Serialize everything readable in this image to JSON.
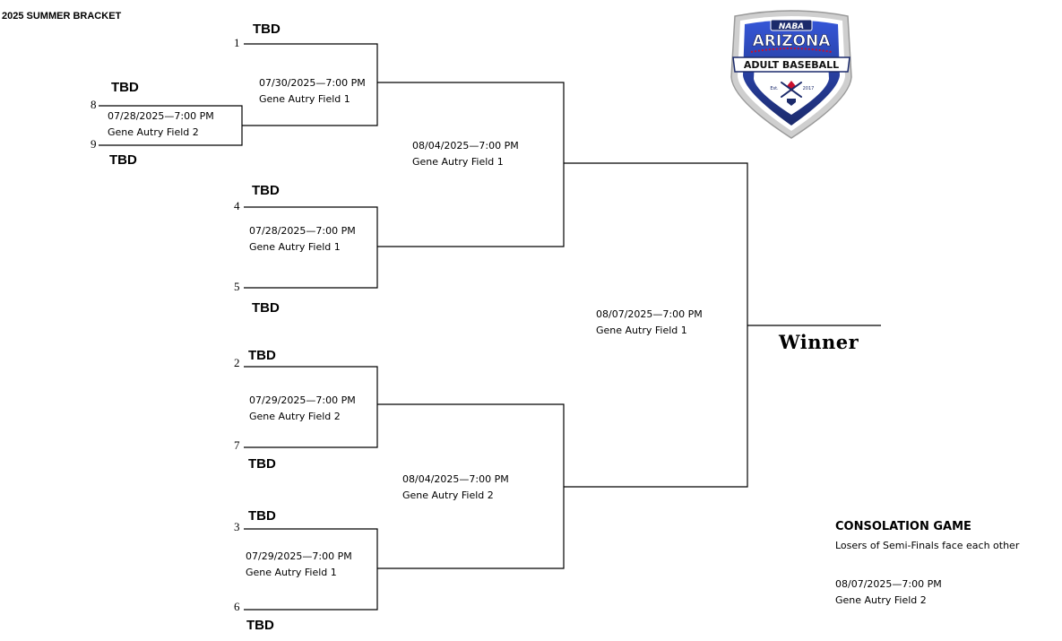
{
  "title": "2025 SUMMER BRACKET",
  "team_placeholder": "TBD",
  "seeds": [
    "1",
    "8",
    "9",
    "4",
    "5",
    "2",
    "7",
    "3",
    "6"
  ],
  "games": {
    "r0": {
      "datetime": "07/28/2025—7:00 PM",
      "field": "Gene Autry Field 2"
    },
    "r1a": {
      "datetime": "07/30/2025—7:00 PM",
      "field": "Gene Autry Field 1"
    },
    "r1b": {
      "datetime": "07/28/2025—7:00 PM",
      "field": "Gene Autry Field 1"
    },
    "r1c": {
      "datetime": "07/29/2025—7:00 PM",
      "field": "Gene Autry Field 2"
    },
    "r1d": {
      "datetime": "07/29/2025—7:00 PM",
      "field": "Gene Autry Field 1"
    },
    "semi_top": {
      "datetime": "08/04/2025—7:00 PM",
      "field": "Gene Autry Field 1"
    },
    "semi_bottom": {
      "datetime": "08/04/2025—7:00 PM",
      "field": "Gene Autry Field 2"
    },
    "final": {
      "datetime": "08/07/2025—7:00 PM",
      "field": "Gene Autry Field 1"
    }
  },
  "winner_label": "Winner",
  "consolation": {
    "heading": "CONSOLATION GAME",
    "note": "Losers of Semi-Finals face each other",
    "datetime": "08/07/2025—7:00 PM",
    "field": "Gene Autry Field 2"
  },
  "logo": {
    "top": "NABA",
    "middle": "ARIZONA",
    "bottom": "ADULT BASEBALL",
    "est": "Est.",
    "year": "2017",
    "colors": {
      "navy": "#1b2a6b",
      "blue": "#2d4fd1",
      "red": "#c8102e",
      "silver": "#c8c8c8"
    }
  },
  "colors": {
    "line": "#000000",
    "text": "#000000"
  }
}
